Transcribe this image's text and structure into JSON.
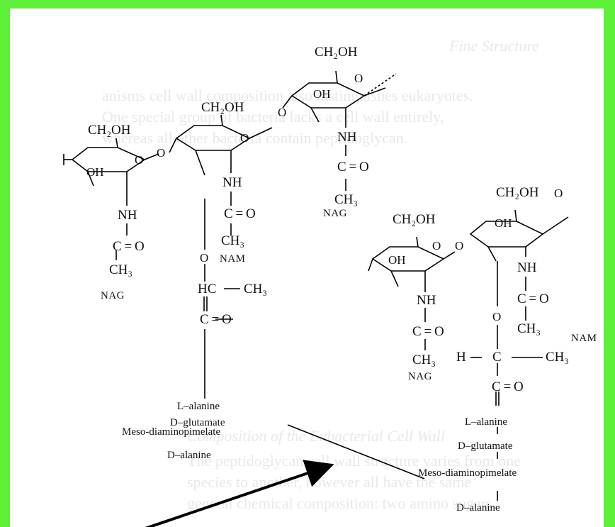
{
  "background_text": {
    "heading": "Fine Structure",
    "lines": [
      "anisms cell wall composition also distinguishes eukaryotes.",
      "One special group of bacteria lacks a cell wall entirely,",
      "whereas all other bacteria contain peptidoglycan.",
      "Composition of the Eubacterial Cell Wall",
      "The peptidoglycan cell wall structure varies from one",
      "species to another, however all have the same",
      "general chemical composition: two amino sugars,"
    ]
  },
  "labels": {
    "ch2oh": "CH₂OH",
    "oh": "OH",
    "o": "O",
    "nh": "NH",
    "c_eq_o": "C = O",
    "ch3": "CH₃",
    "nag": "NAG",
    "nam": "NAM",
    "hc": "HC",
    "h": "H",
    "c": "C"
  },
  "chain_left": [
    "L–alanine",
    "D–glutamate",
    "Meso-diaminopimelate",
    "D–alanine"
  ],
  "chain_right": [
    "L–alanine",
    "D–glutamate",
    "Meso-diaminopimelate",
    "D–alanine"
  ]
}
